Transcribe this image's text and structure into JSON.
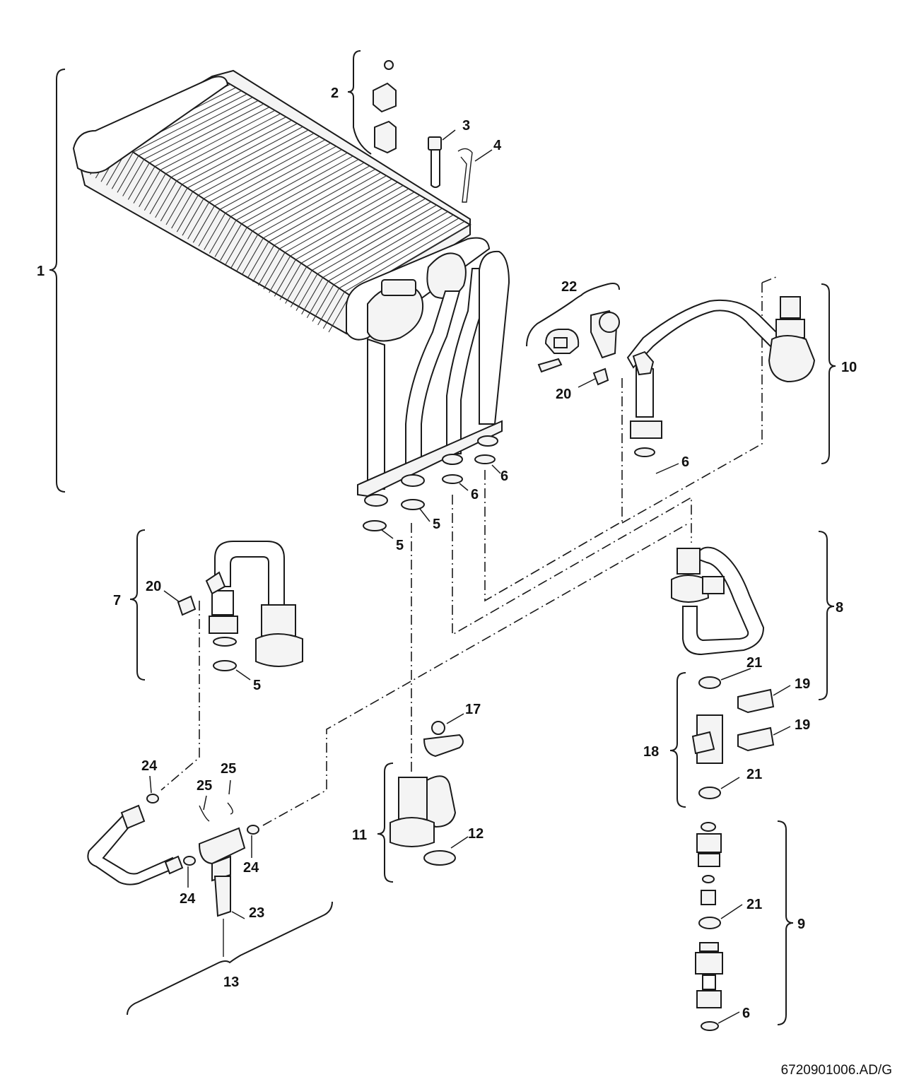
{
  "diagram": {
    "drawing_number": "6720901006.AD/G",
    "callouts": {
      "c1": "1",
      "c2": "2",
      "c3": "3",
      "c4": "4",
      "c5a": "5",
      "c5b": "5",
      "c5c": "5",
      "c6a": "6",
      "c6b": "6",
      "c6c": "6",
      "c6d": "6",
      "c7": "7",
      "c8": "8",
      "c9": "9",
      "c10": "10",
      "c11": "11",
      "c12": "12",
      "c13": "13",
      "c17": "17",
      "c18": "18",
      "c19a": "19",
      "c19b": "19",
      "c20a": "20",
      "c20b": "20",
      "c21a": "21",
      "c21b": "21",
      "c21c": "21",
      "c22": "22",
      "c23": "23",
      "c24a": "24",
      "c24b": "24",
      "c24c": "24",
      "c25a": "25",
      "c25b": "25"
    }
  }
}
